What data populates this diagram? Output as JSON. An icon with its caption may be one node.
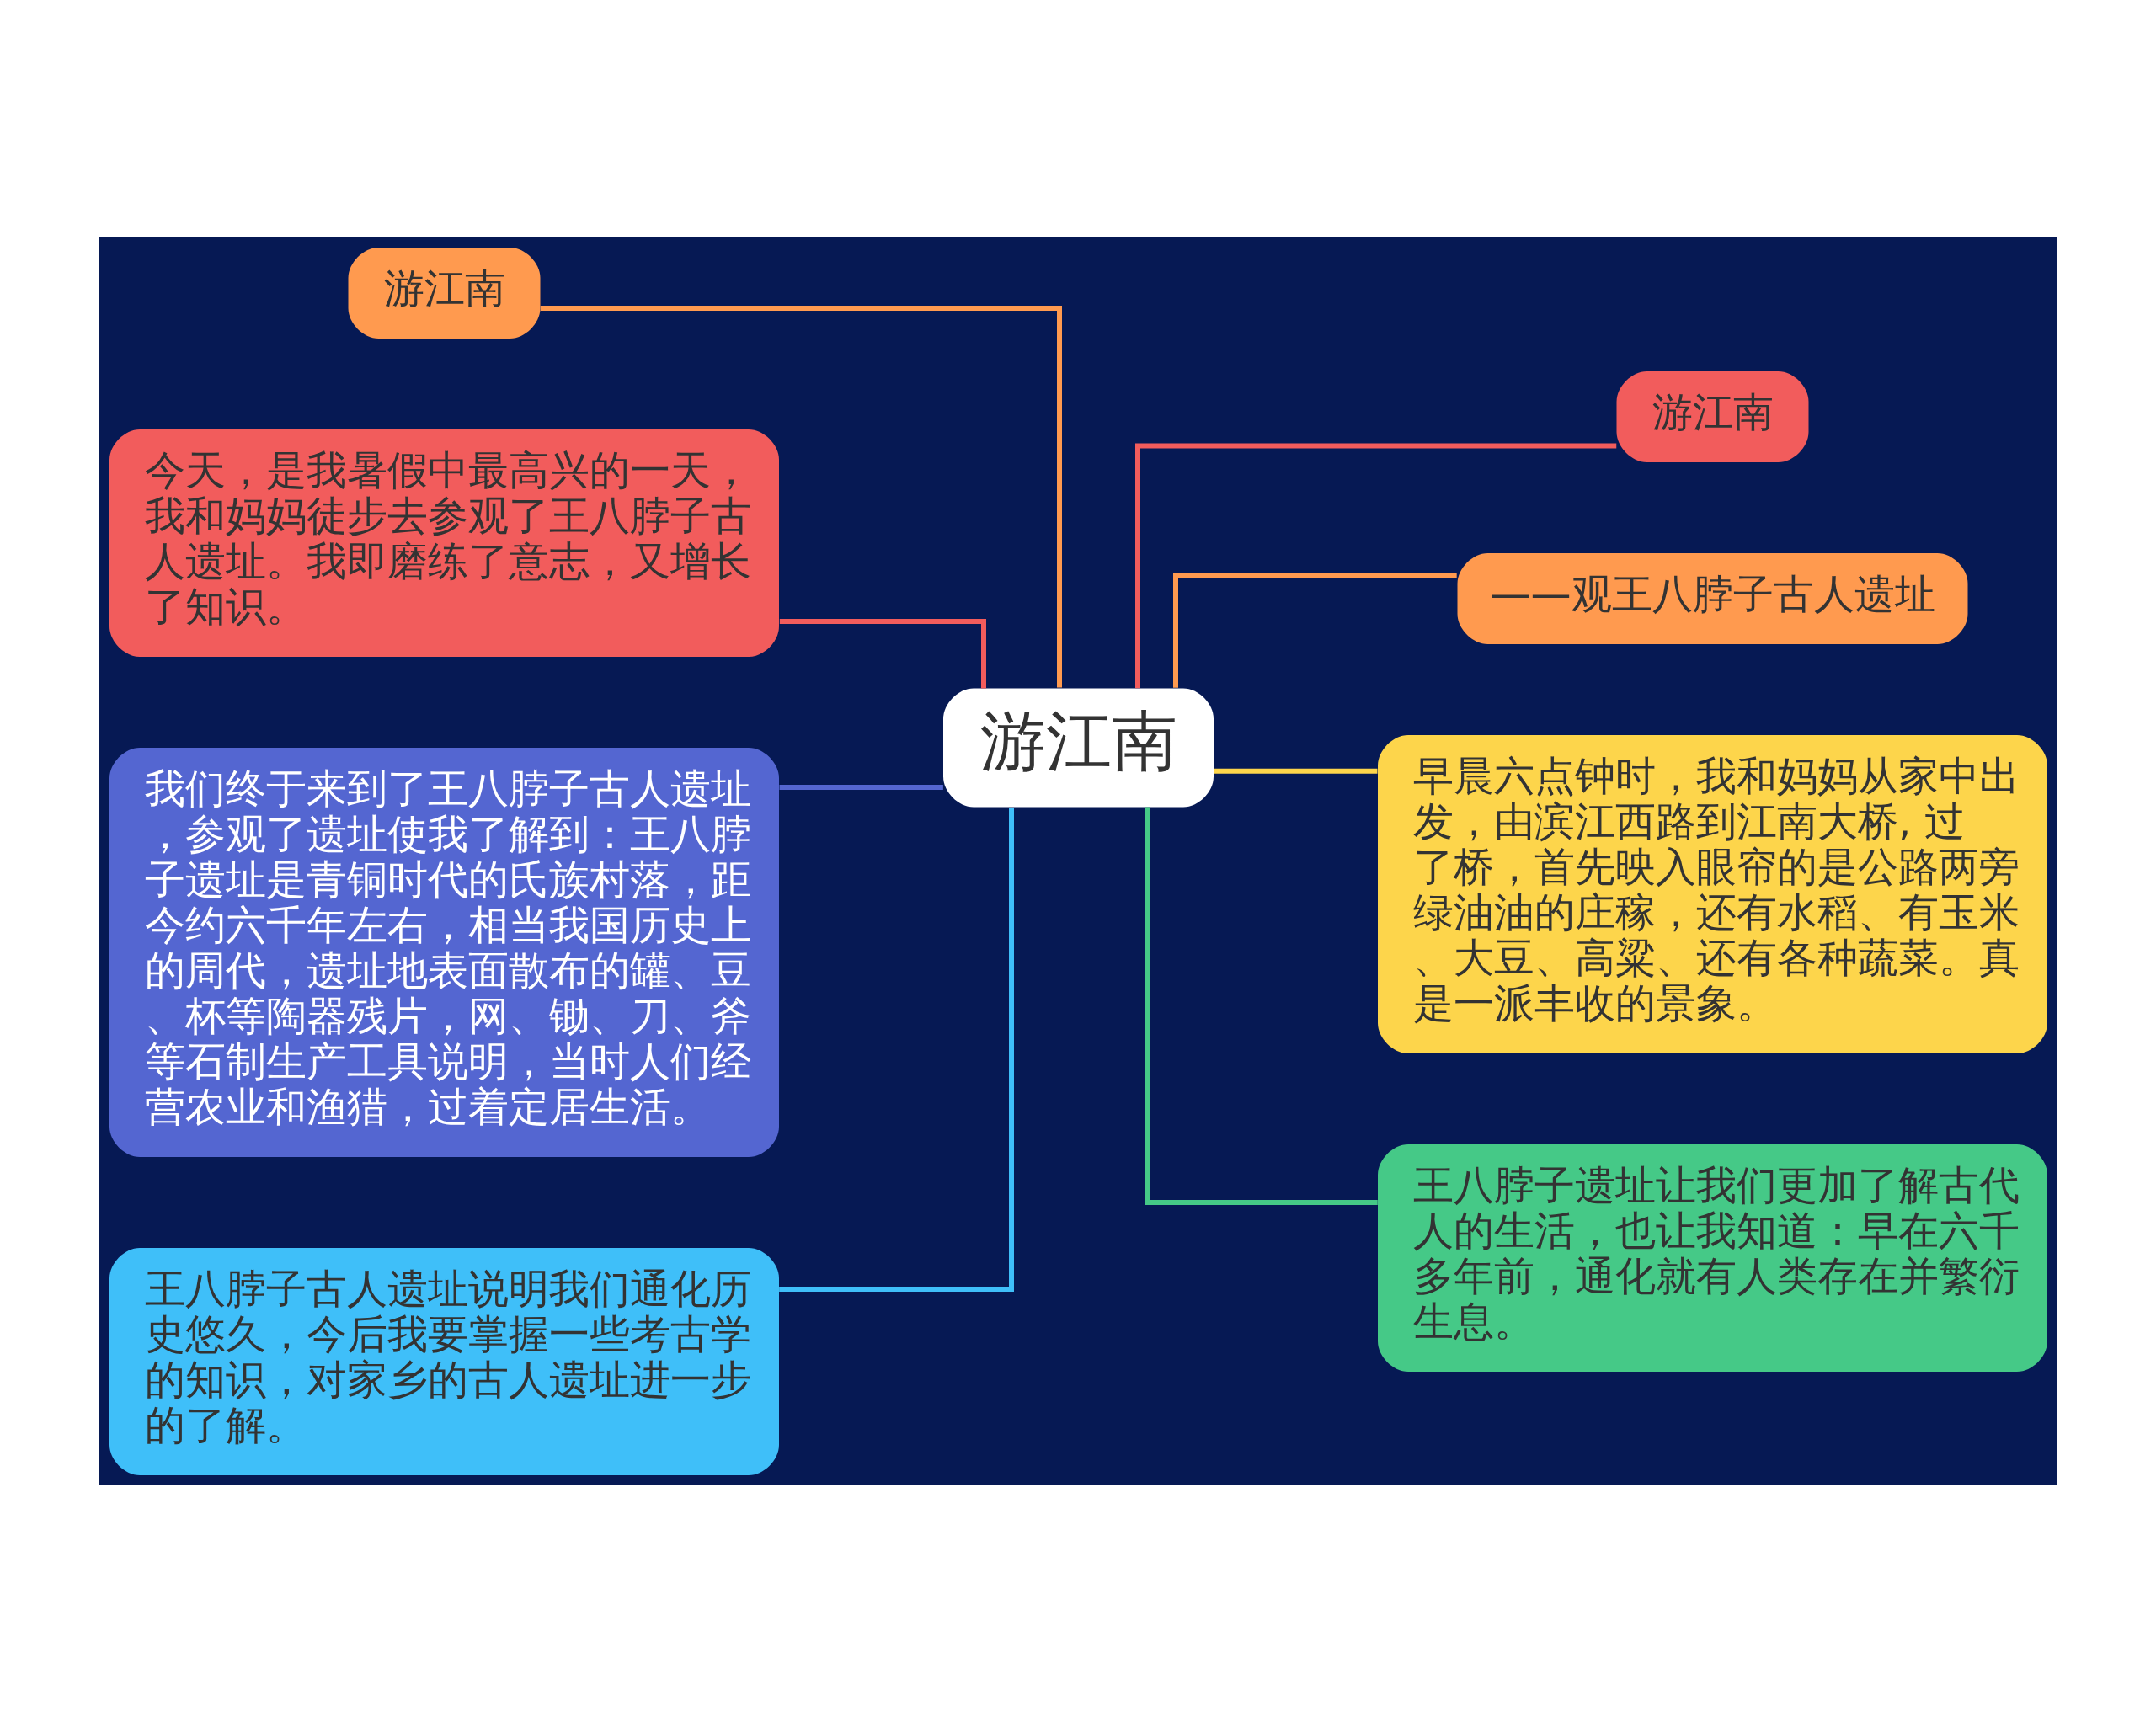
{
  "diagram": {
    "nodes": [
      {
        "text": [
          "游江南"
        ]
      },
      {
        "text": [
          "游江南"
        ]
      },
      {
        "text": [
          "今天，是我暑假中最高兴的一天，我和妈妈徒步去参观了王八脖子古人遗址。我即磨练了意志，又增长了知识。"
        ]
      },
      {
        "text": [
          "我们终于来到了王八脖子古人遗址，参观了遗址使我了解到：王八脖子遗址是青铜时代的氏族村落，距今约六千年左右，相当我国历史上的周代，遗址地表面散布的罐、豆、杯等陶器残片，网、锄、刀、斧等石制生产工具说明，当时人们经营农业和渔猎，过着定居生活。"
        ]
      },
      {
        "text": [
          "王八脖子古人遗址说明我们通化历史悠久，今后我要掌握一些考古学的知识，对家乡的古人遗址进一步的了解。"
        ]
      },
      {
        "text": [
          "游江南"
        ]
      },
      {
        "text": [
          "——观王八脖子古人遗址"
        ]
      },
      {
        "text": [
          "早晨六点钟时，我和妈妈从家中出发，由滨江西路到江南大桥, 过了桥，首先映入眼帘的是公路两旁绿油油的庄稼，还有水稻、有玉米、大豆、高粱、还有各种蔬菜。真是一派丰收的景象。"
        ]
      },
      {
        "text": [
          "王八脖子遗址让我们更加了解古代人的生活，也让我知道：早在六千多年前，通化就有人类存在并繁衍生息。"
        ]
      }
    ],
    "edges": [
      {
        "from": 0,
        "to": 1,
        "arrow": "none",
        "color": "#ff9a4f"
      },
      {
        "from": 0,
        "to": 2,
        "arrow": "none",
        "color": "#f25c5c"
      },
      {
        "from": 0,
        "to": 3,
        "arrow": "none",
        "color": "#5466d1"
      },
      {
        "from": 0,
        "to": 4,
        "arrow": "none",
        "color": "#3fbff9"
      },
      {
        "from": 0,
        "to": 5,
        "arrow": "none",
        "color": "#f25c5c"
      },
      {
        "from": 0,
        "to": 6,
        "arrow": "none",
        "color": "#ff9a4f"
      },
      {
        "from": 0,
        "to": 7,
        "arrow": "none",
        "color": "#fdd54b"
      },
      {
        "from": 0,
        "to": 8,
        "arrow": "none",
        "color": "#45c987"
      }
    ]
  }
}
